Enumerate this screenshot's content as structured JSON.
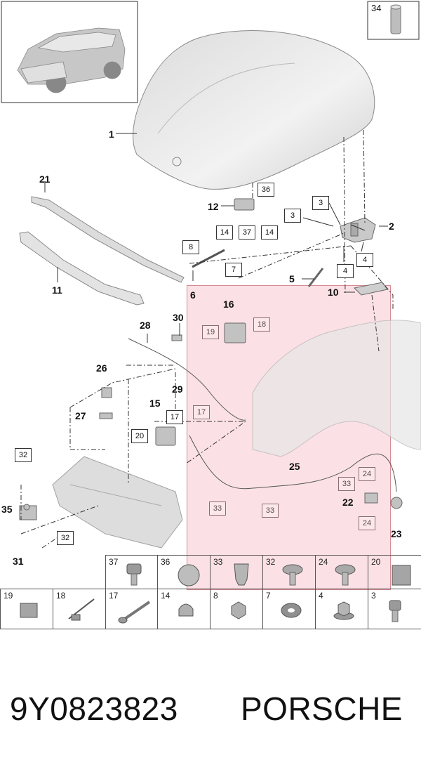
{
  "footer": {
    "part_number": "9Y0823823",
    "brand": "PORSCHE"
  },
  "inset_number": "34",
  "callouts": {
    "c1": "1",
    "c2": "2",
    "c4": "4",
    "c5": "5",
    "c6": "6",
    "c10": "10",
    "c11": "11",
    "c12": "12",
    "c15": "15",
    "c16": "16",
    "c21": "21",
    "c22": "22",
    "c23": "23",
    "c25": "25",
    "c26": "26",
    "c27": "27",
    "c28": "28",
    "c29": "29",
    "c30": "30",
    "c31": "31",
    "c35": "35"
  },
  "boxes": {
    "b36": "36",
    "b3a": "3",
    "b3b": "3",
    "b14a": "14",
    "b37": "37",
    "b14b": "14",
    "b8": "8",
    "b7": "7",
    "b4a": "4",
    "b4b": "4",
    "b19": "19",
    "b18": "18",
    "b17a": "17",
    "b17b": "17",
    "b20": "20",
    "b32a": "32",
    "b32b": "32",
    "b33a": "33",
    "b33b": "33",
    "b33c": "33",
    "b24a": "24",
    "b24b": "24"
  },
  "parts_table": {
    "row1": [
      "37",
      "36",
      "33",
      "32",
      "24",
      "20"
    ],
    "row2": [
      "19",
      "18",
      "17",
      "14",
      "8",
      "7",
      "4",
      "3"
    ]
  },
  "colors": {
    "highlight": "#f7c9cf",
    "highlight_border": "#d88994",
    "line": "#333333"
  }
}
